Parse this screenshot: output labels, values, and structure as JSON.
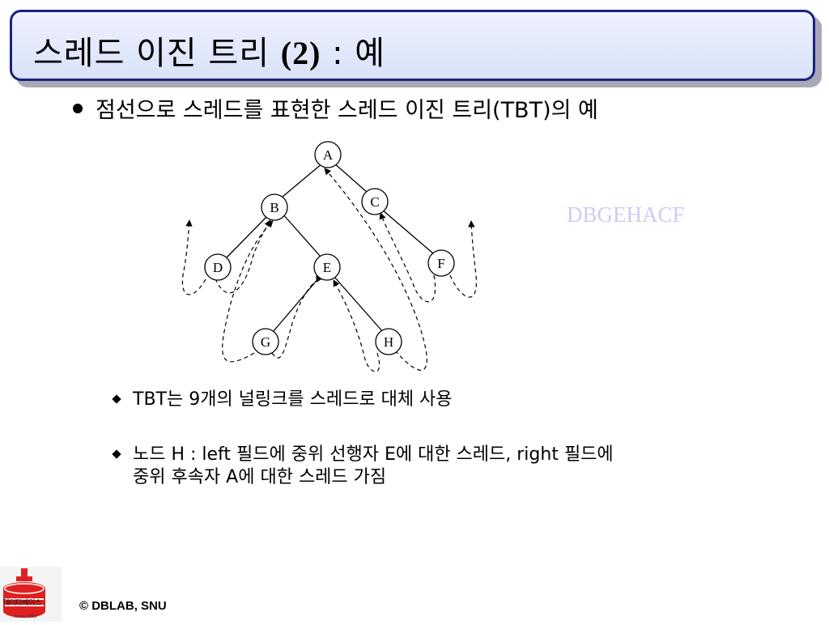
{
  "title": {
    "main": "스레드 이진 트리",
    "paren": "(2)",
    "tail": " : 예"
  },
  "bullet": {
    "text": "점선으로 스레드를 표현한 스레드 이진 트리(TBT)의 예"
  },
  "tree": {
    "nodes": [
      {
        "id": "A",
        "label": "A"
      },
      {
        "id": "B",
        "label": "B"
      },
      {
        "id": "C",
        "label": "C"
      },
      {
        "id": "D",
        "label": "D"
      },
      {
        "id": "E",
        "label": "E"
      },
      {
        "id": "F",
        "label": "F"
      },
      {
        "id": "G",
        "label": "G"
      },
      {
        "id": "H",
        "label": "H"
      }
    ]
  },
  "traversal": "DBGEHACF",
  "subbullets": [
    {
      "text": "TBT는 9개의 널링크를 스레드로 대체 사용"
    },
    {
      "line1": "노드 H : left 필드에 중위 선행자 E에 대한 스레드, right 필드에",
      "line2": "중위 후속자 A에 대한 스레드 가짐"
    }
  ],
  "logo": {
    "text": "데이타베이스",
    "since": "Since 1992"
  },
  "footer": "© DBLAB, SNU",
  "colors": {
    "title_border": "#1a237e",
    "title_fill": "#e3e9fb",
    "traversal": "#c9cdf5",
    "logo_red": "#e02020"
  }
}
